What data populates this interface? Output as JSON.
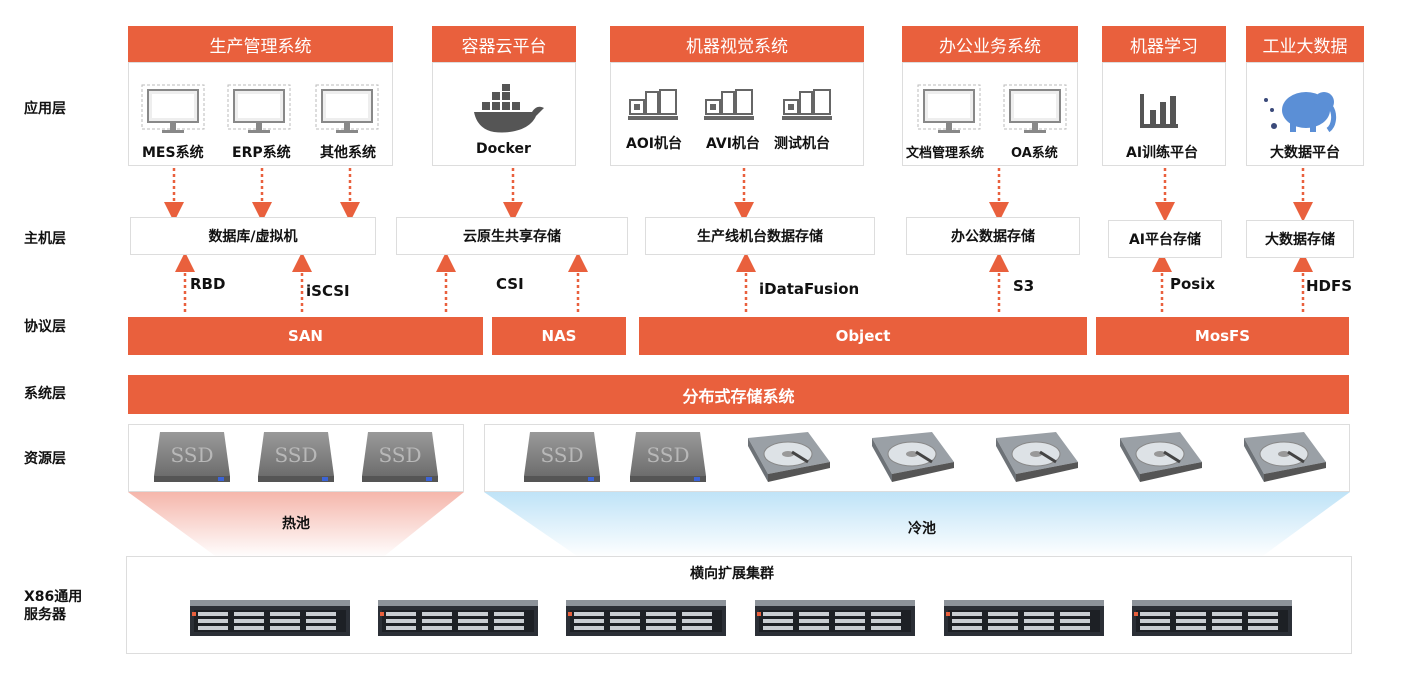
{
  "layers": {
    "app": "应用层",
    "host": "主机层",
    "protocol": "协议层",
    "system": "系统层",
    "resource": "资源层",
    "server": "X86通用\n服务器"
  },
  "apps": {
    "prod": {
      "title": "生产管理系统",
      "items": [
        "MES系统",
        "ERP系统",
        "其他系统"
      ]
    },
    "container": {
      "title": "容器云平台",
      "item": "Docker"
    },
    "vision": {
      "title": "机器视觉系统",
      "items": [
        "AOI机台",
        "AVI机台",
        "测试机台"
      ]
    },
    "office": {
      "title": "办公业务系统",
      "items": [
        "文档管理系统",
        "OA系统"
      ]
    },
    "ml": {
      "title": "机器学习",
      "item": "AI训练平台"
    },
    "bigdata": {
      "title": "工业大数据",
      "item": "大数据平台"
    }
  },
  "hosts": [
    "数据库/虚拟机",
    "云原生共享存储",
    "生产线机台数据存储",
    "办公数据存储",
    "AI平台存储",
    "大数据存储"
  ],
  "protocol_labels": [
    "RBD",
    "iSCSI",
    "CSI",
    "iDataFusion",
    "S3",
    "Posix",
    "HDFS"
  ],
  "protocols": [
    "SAN",
    "NAS",
    "Object",
    "MosFS"
  ],
  "system_bar": "分布式存储系统",
  "pools": {
    "hot": "热池",
    "cold": "冷池"
  },
  "cluster": "横向扩展集群",
  "colors": {
    "accent": "#e9603d",
    "hot": "#f6c9c2",
    "cold": "#cfeaf9"
  },
  "icons": {
    "computer": "monitor-icon",
    "docker": "docker-whale-icon",
    "machine": "machine-tool-icon",
    "chart": "bar-chart-icon",
    "elephant": "hadoop-elephant-icon",
    "ssd": "ssd-drive-icon",
    "hdd": "hard-disk-icon",
    "server": "rack-server-icon"
  }
}
